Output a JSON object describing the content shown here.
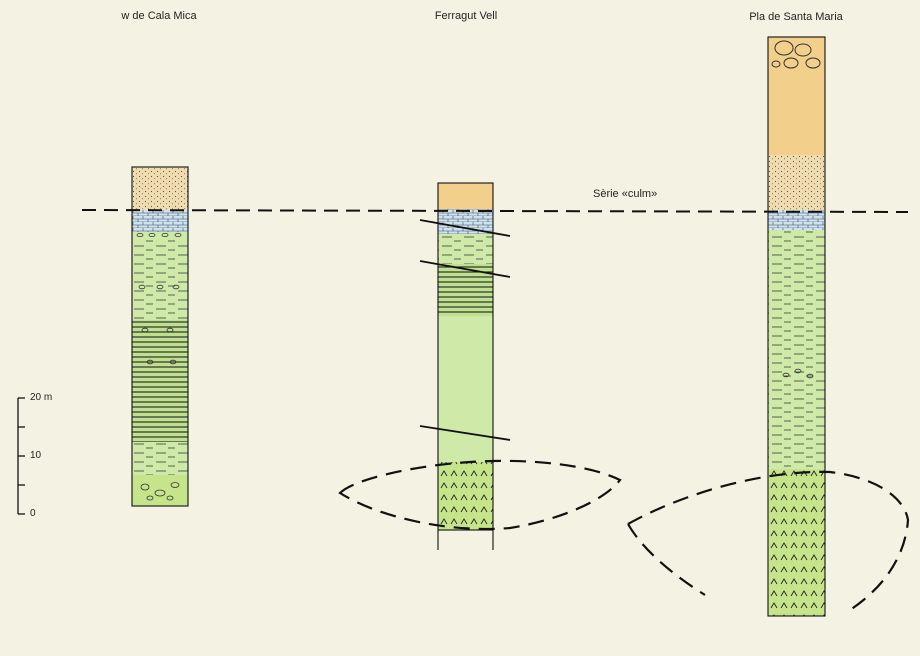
{
  "columns": [
    {
      "title": "w de Cala Mica"
    },
    {
      "title": "Ferragut Vell"
    },
    {
      "title": "Pla de Santa Maria"
    }
  ],
  "datum_label": "Sèrie «culm»",
  "scale": {
    "ticks": [
      "20 m",
      "10",
      "0"
    ]
  },
  "colors": {
    "background": "#f4f3e3",
    "sand": "#f2cf8a",
    "sand_light": "#f0dcae",
    "limestone": "#cfe2ef",
    "shale": "#cfeaa8",
    "shale_dark": "#b9df86",
    "basement": "#c6e58a",
    "line": "#111111"
  }
}
